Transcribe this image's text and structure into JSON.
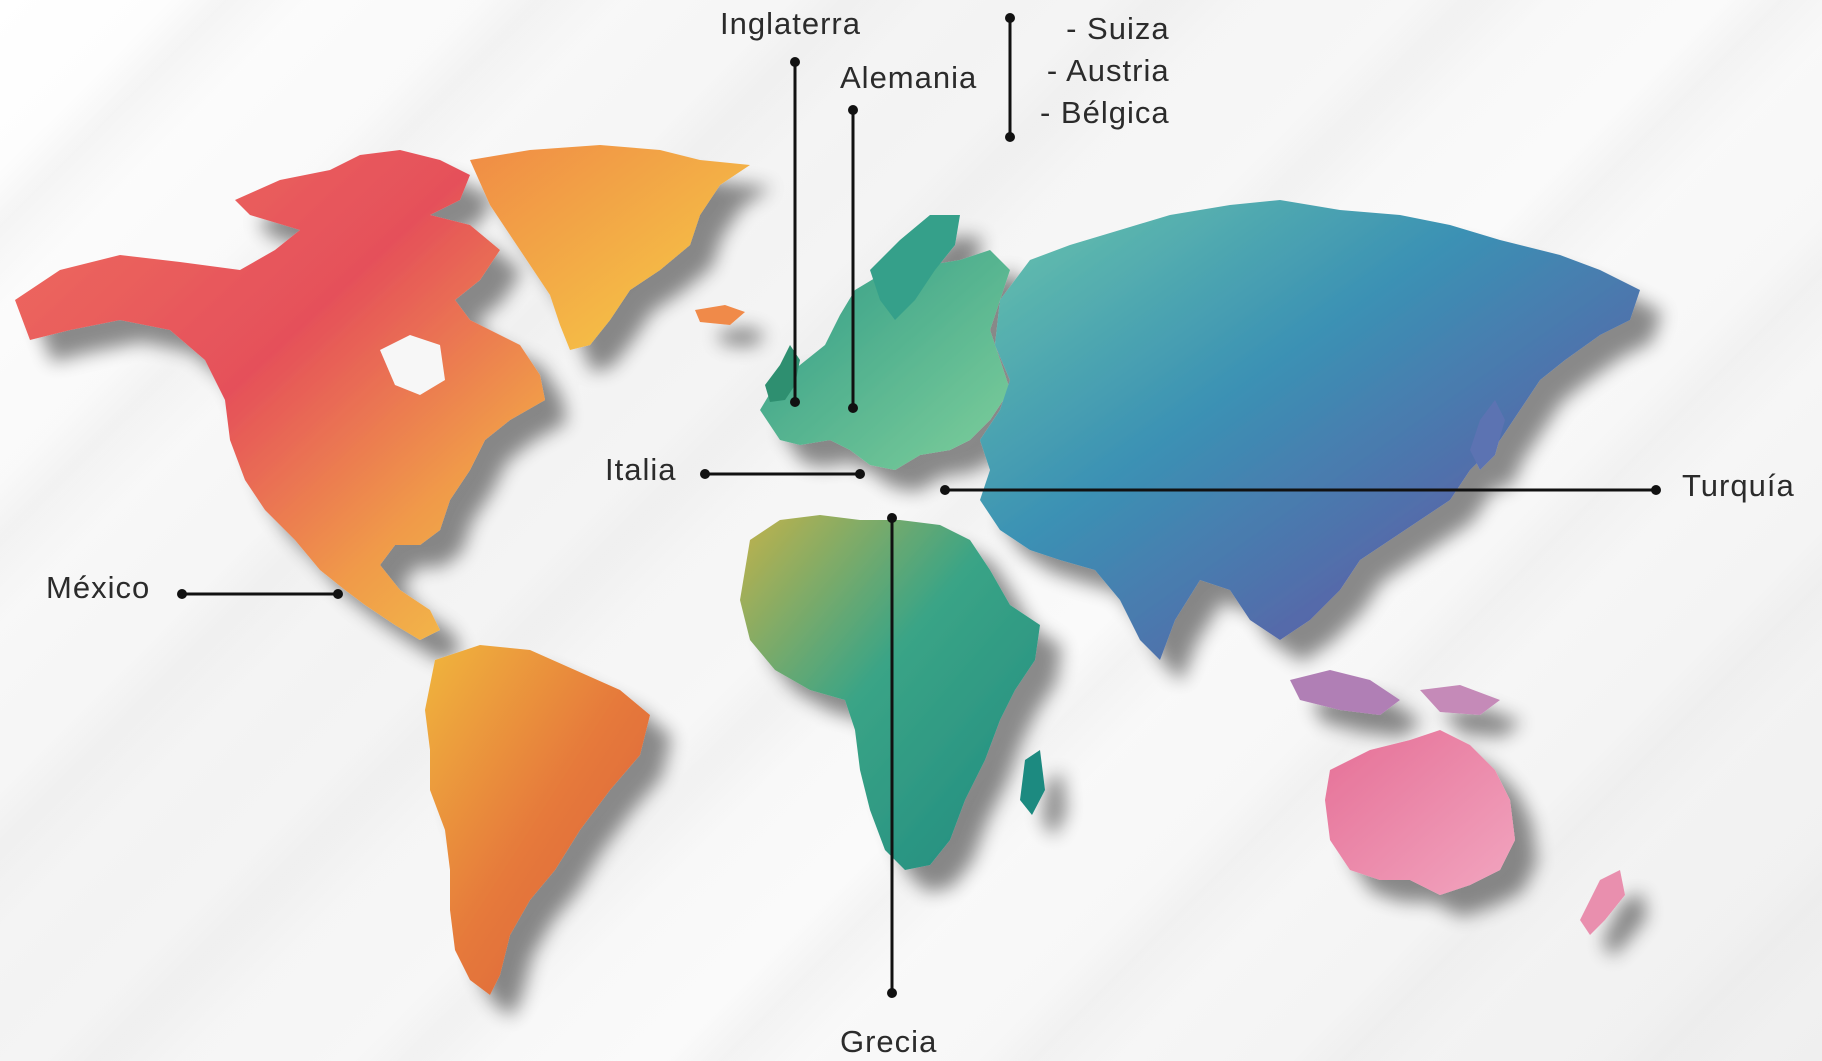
{
  "map": {
    "continents": [
      {
        "name": "north-america",
        "color_main": "#e8584f",
        "color_accent": "#f2a33a"
      },
      {
        "name": "greenland",
        "color_main": "#f3a43c",
        "color_accent": "#f5cc47"
      },
      {
        "name": "south-america",
        "color_main": "#e06a3c",
        "color_accent": "#f1bb3c"
      },
      {
        "name": "europe",
        "color_main": "#3ea792",
        "color_accent": "#8ccf9a"
      },
      {
        "name": "africa",
        "color_main": "#2e9a86",
        "color_accent": "#c9b54a"
      },
      {
        "name": "asia",
        "color_main": "#3c8fb1",
        "color_accent": "#7a6cb2"
      },
      {
        "name": "australia",
        "color_main": "#e77a9d",
        "color_accent": "#f0a5bf"
      }
    ],
    "line_color": "#111111"
  },
  "labels": {
    "inglaterra": "Inglaterra",
    "alemania": "Alemania",
    "suiza": "- Suiza",
    "austria": "- Austria",
    "belgica": "- Bélgica",
    "italia": "Italia",
    "turquia": "Turquía",
    "mexico": "México",
    "grecia": "Grecia"
  }
}
